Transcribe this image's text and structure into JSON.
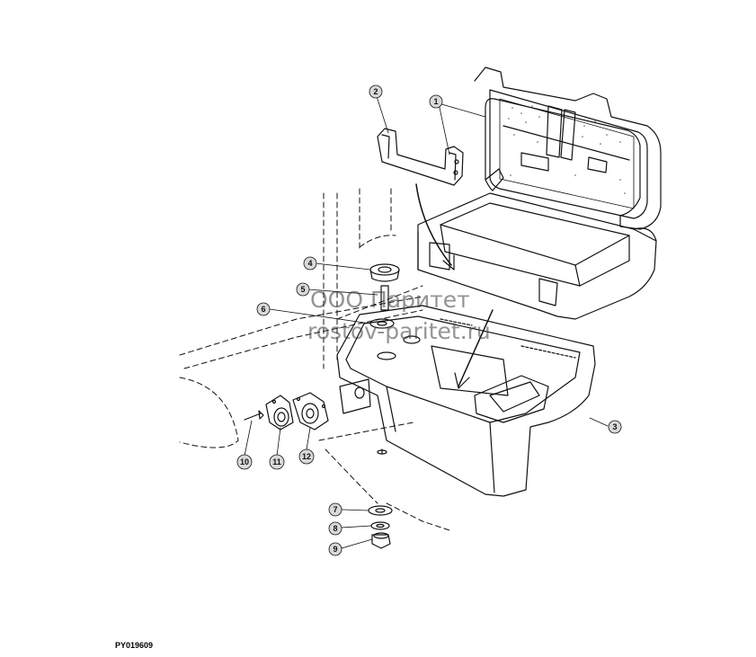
{
  "figure_code": "PY019609",
  "watermark": {
    "line1": "ООО Паритет",
    "line2": "rostov-paritet.ru"
  },
  "callouts": [
    "1",
    "2",
    "3",
    "4",
    "5",
    "6",
    "7",
    "8",
    "9",
    "10",
    "11",
    "12"
  ],
  "colors": {
    "line": "#111111",
    "callout_fill": "#d9d9d9",
    "background": "#ffffff"
  }
}
